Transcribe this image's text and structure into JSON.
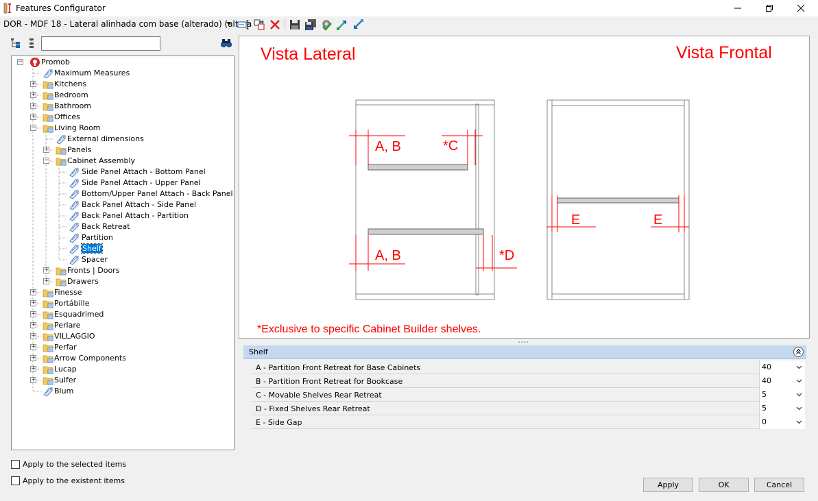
{
  "window": {
    "title": "Features Configurator"
  },
  "toolbar": {
    "project_combo_value": "DOR - MDF 18 - Lateral alinhada com base (alterado) (altera",
    "icons": [
      "rename-icon",
      "copy-item-icon",
      "delete-icon",
      "save-icon",
      "save-all-icon",
      "settings-check-icon",
      "export-icon",
      "import-icon"
    ]
  },
  "search": {
    "value": "",
    "placeholder": ""
  },
  "tree": {
    "items": [
      {
        "label": "Promob",
        "level": 0,
        "expander": "minus",
        "icon": "promob-logo"
      },
      {
        "label": "Maximum Measures",
        "level": 1,
        "expander": "none",
        "icon": "tag"
      },
      {
        "label": "Kitchens",
        "level": 1,
        "expander": "plus",
        "icon": "folder"
      },
      {
        "label": "Bedroom",
        "level": 1,
        "expander": "plus",
        "icon": "folder"
      },
      {
        "label": "Bathroom",
        "level": 1,
        "expander": "plus",
        "icon": "folder"
      },
      {
        "label": "Offices",
        "level": 1,
        "expander": "plus",
        "icon": "folder"
      },
      {
        "label": "Living Room",
        "level": 1,
        "expander": "minus",
        "icon": "folder"
      },
      {
        "label": "External dimensions",
        "level": 2,
        "expander": "none",
        "icon": "tag"
      },
      {
        "label": "Panels",
        "level": 2,
        "expander": "plus",
        "icon": "folder"
      },
      {
        "label": "Cabinet Assembly",
        "level": 2,
        "expander": "minus",
        "icon": "folder"
      },
      {
        "label": "Side Panel Attach - Bottom Panel",
        "level": 3,
        "expander": "none",
        "icon": "tag"
      },
      {
        "label": "Side Panel Attach - Upper Panel",
        "level": 3,
        "expander": "none",
        "icon": "tag"
      },
      {
        "label": "Bottom/Upper Panel Attach - Back Panel",
        "level": 3,
        "expander": "none",
        "icon": "tag"
      },
      {
        "label": "Back Panel Attach - Side Panel",
        "level": 3,
        "expander": "none",
        "icon": "tag"
      },
      {
        "label": "Back Panel Attach - Partition",
        "level": 3,
        "expander": "none",
        "icon": "tag"
      },
      {
        "label": "Back Retreat",
        "level": 3,
        "expander": "none",
        "icon": "tag"
      },
      {
        "label": "Partition",
        "level": 3,
        "expander": "none",
        "icon": "tag"
      },
      {
        "label": "Shelf",
        "level": 3,
        "expander": "none",
        "icon": "tag",
        "selected": true
      },
      {
        "label": "Spacer",
        "level": 3,
        "expander": "none",
        "icon": "tag"
      },
      {
        "label": "Fronts | Doors",
        "level": 2,
        "expander": "plus",
        "icon": "folder"
      },
      {
        "label": "Drawers",
        "level": 2,
        "expander": "plus",
        "icon": "folder"
      },
      {
        "label": "Finesse",
        "level": 1,
        "expander": "plus",
        "icon": "folder"
      },
      {
        "label": "Portábille",
        "level": 1,
        "expander": "plus",
        "icon": "folder"
      },
      {
        "label": "Esquadrimed",
        "level": 1,
        "expander": "plus",
        "icon": "folder"
      },
      {
        "label": "Perlare",
        "level": 1,
        "expander": "plus",
        "icon": "folder"
      },
      {
        "label": "VILLAGGIO",
        "level": 1,
        "expander": "plus",
        "icon": "folder"
      },
      {
        "label": "Perfar",
        "level": 1,
        "expander": "plus",
        "icon": "folder"
      },
      {
        "label": "Arrow Components",
        "level": 1,
        "expander": "plus",
        "icon": "folder"
      },
      {
        "label": "Lucap",
        "level": 1,
        "expander": "plus",
        "icon": "folder"
      },
      {
        "label": "Sulfer",
        "level": 1,
        "expander": "plus",
        "icon": "folder"
      },
      {
        "label": "Blum",
        "level": 1,
        "expander": "none",
        "icon": "tag"
      }
    ]
  },
  "options": {
    "apply_selected": "Apply to the selected items",
    "apply_existent": "Apply to the existent items"
  },
  "diagram": {
    "title_side": "Vista Lateral",
    "title_front": "Vista Frontal",
    "label_ab_top": "A, B",
    "label_c": "*C",
    "label_ab_bottom": "A, B",
    "label_d": "*D",
    "label_e_left": "E",
    "label_e_right": "E",
    "note": "*Exclusive to specific Cabinet Builder shelves.",
    "accent_color": "#ff0000"
  },
  "properties": {
    "group_title": "Shelf",
    "rows": [
      {
        "name": "A - Partition Front Retreat for Base Cabinets",
        "value": "40"
      },
      {
        "name": "B - Partition Front Retreat for Bookcase",
        "value": "40"
      },
      {
        "name": "C - Movable Shelves Rear Retreat",
        "value": "5"
      },
      {
        "name": "D - Fixed Shelves Rear Retreat",
        "value": "5"
      },
      {
        "name": "E - Side Gap",
        "value": "0"
      }
    ]
  },
  "buttons": {
    "apply": "Apply",
    "ok": "OK",
    "cancel": "Cancel"
  }
}
